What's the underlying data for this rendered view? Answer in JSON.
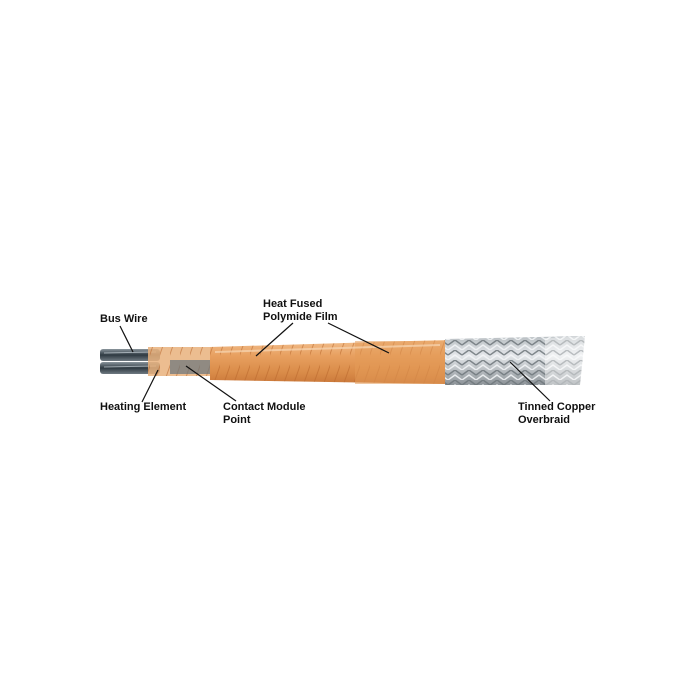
{
  "labels": {
    "bus_wire": "Bus Wire",
    "heat_fused_line1": "Heat Fused",
    "heat_fused_line2": "Polymide Film",
    "heating_element": "Heating Element",
    "contact_module_line1": "Contact Module",
    "contact_module_line2": "Point",
    "tinned_copper_line1": "Tinned Copper",
    "tinned_copper_line2": "Overbraid"
  },
  "colors": {
    "film_orange": "#e8a060",
    "film_dark": "#c9773a",
    "braid_light": "#d9dde0",
    "braid_dark": "#7c8388",
    "bus_wire": "#5e6a72",
    "leader": "#111111"
  }
}
